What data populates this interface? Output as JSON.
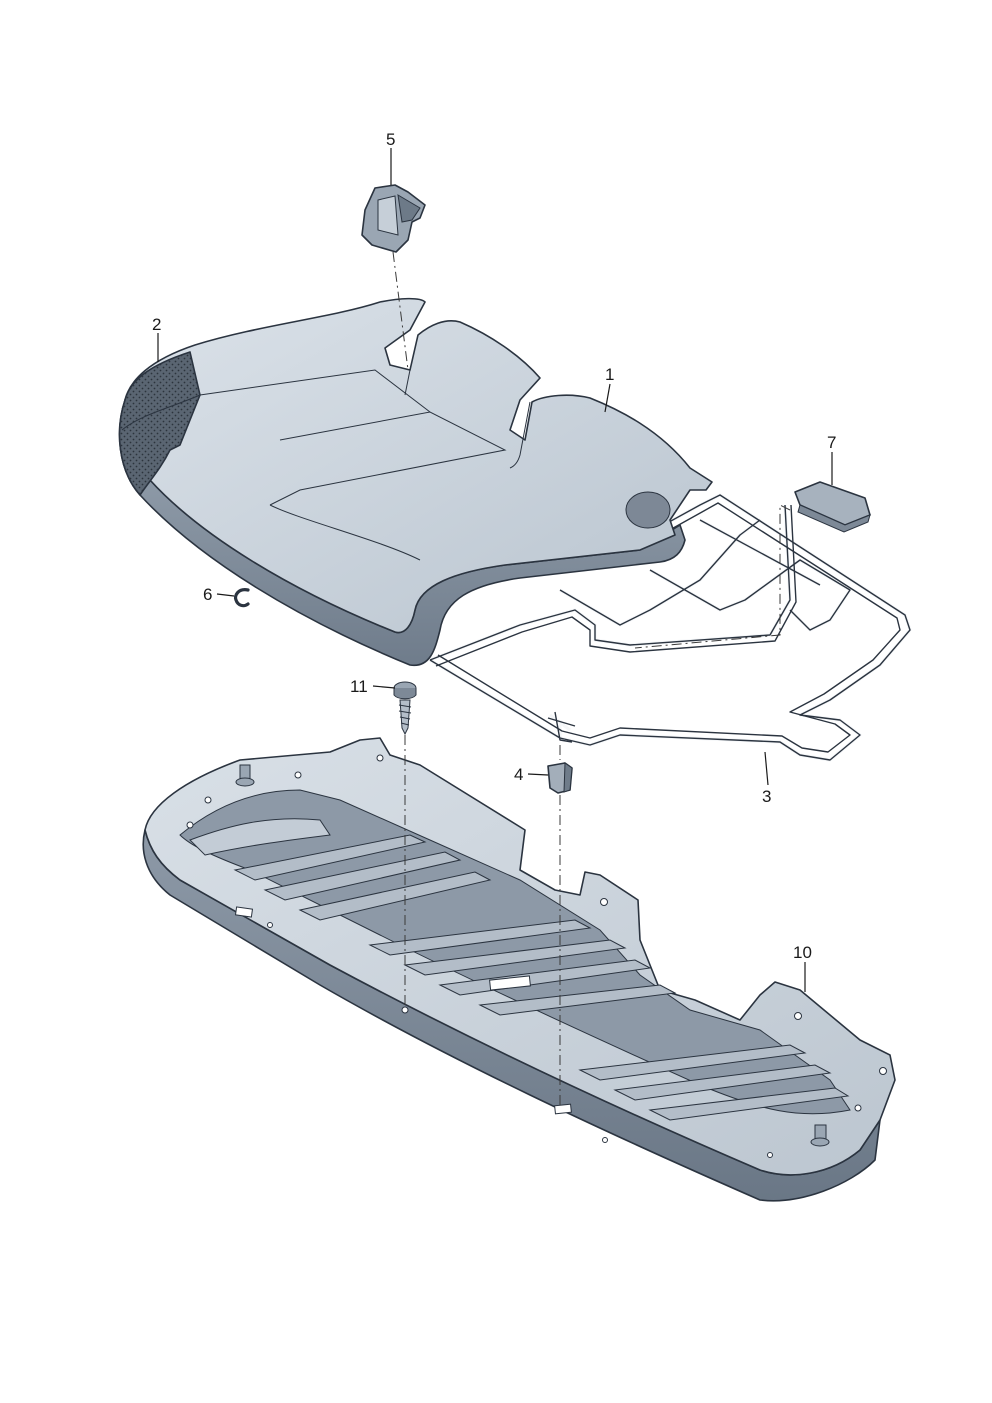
{
  "parts": [
    {
      "id": "part-1",
      "number": "1"
    },
    {
      "id": "part-2",
      "number": "2"
    },
    {
      "id": "part-3",
      "number": "3"
    },
    {
      "id": "part-4",
      "number": "4"
    },
    {
      "id": "part-5",
      "number": "5"
    },
    {
      "id": "part-6",
      "number": "6"
    },
    {
      "id": "part-7",
      "number": "7"
    },
    {
      "id": "part-10",
      "number": "10"
    },
    {
      "id": "part-11",
      "number": "11"
    }
  ],
  "colors": {
    "cushion_top": "#c9d2db",
    "cushion_side": "#8e9aa8",
    "cushion_dark": "#6b7887",
    "pan_top": "#cdd5de",
    "pan_side": "#8d99a7",
    "pan_channel": "#7c8896",
    "fabric": "#55606d",
    "line": "#2b3440"
  }
}
